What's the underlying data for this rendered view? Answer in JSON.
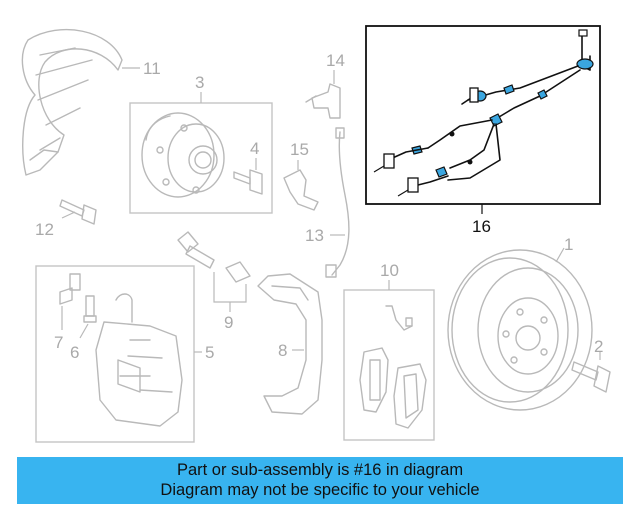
{
  "diagram": {
    "callouts": {
      "c1": "1",
      "c2": "2",
      "c3": "3",
      "c4": "4",
      "c5": "5",
      "c6": "6",
      "c7": "7",
      "c8": "8",
      "c9": "9",
      "c10": "10",
      "c11": "11",
      "c12": "12",
      "c13": "13",
      "c14": "14",
      "c15": "15",
      "c16": "16"
    },
    "highlighted_part": "16",
    "colors": {
      "highlight_connector": "#3aa6e0",
      "ghost_parts": "#b9b9b9",
      "banner": "#38b4f0"
    }
  },
  "banner": {
    "line1": "Part or sub-assembly is #16 in diagram",
    "line2": "Diagram may not be specific to your vehicle"
  }
}
